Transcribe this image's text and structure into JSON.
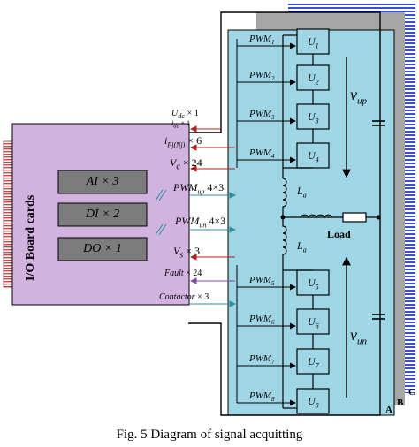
{
  "io_board": {
    "title": "I/O Board cards",
    "modules": [
      "AI × 3",
      "DI × 2",
      "DO × 1"
    ]
  },
  "signals": [
    {
      "text": "U",
      "sub": "dc",
      "suffix": " × 1"
    },
    {
      "text": "i",
      "sub": "dc",
      "suffix": " × 1"
    },
    {
      "text": "i",
      "sub": "Pj(Nj)",
      "suffix": " × 6"
    },
    {
      "text": "V",
      "sub": "c",
      "suffix": " × 24"
    },
    {
      "text": "PWM",
      "sub": "up",
      "suffix": " 4×3"
    },
    {
      "text": "PWM",
      "sub": "un",
      "suffix": " 4×3"
    },
    {
      "text": "V",
      "sub": "s",
      "suffix": " × 3"
    },
    {
      "text": "Fault",
      "sub": "",
      "suffix": " × 24"
    },
    {
      "text": "Contactor",
      "sub": "",
      "suffix": " × 3"
    }
  ],
  "pwm_labels": [
    {
      "text": "PWM",
      "sub": "1"
    },
    {
      "text": "PWM",
      "sub": "2"
    },
    {
      "text": "PWM",
      "sub": "3"
    },
    {
      "text": "PWM",
      "sub": "4"
    },
    {
      "text": "PWM",
      "sub": "5"
    },
    {
      "text": "PWM",
      "sub": "6"
    },
    {
      "text": "PWM",
      "sub": "7"
    },
    {
      "text": "PWM",
      "sub": "8"
    }
  ],
  "modules": [
    {
      "text": "U",
      "sub": "1"
    },
    {
      "text": "U",
      "sub": "2"
    },
    {
      "text": "U",
      "sub": "3"
    },
    {
      "text": "U",
      "sub": "4"
    },
    {
      "text": "U",
      "sub": "5"
    },
    {
      "text": "U",
      "sub": "6"
    },
    {
      "text": "U",
      "sub": "7"
    },
    {
      "text": "U",
      "sub": "8"
    }
  ],
  "voltages": {
    "up": {
      "text": "v",
      "sub": "up"
    },
    "un": {
      "text": "v",
      "sub": "un"
    }
  },
  "inductors": [
    {
      "text": "L",
      "sub": "a"
    },
    {
      "text": "L",
      "sub": "a"
    }
  ],
  "load_label": "Load",
  "phase_labels": [
    "A",
    "B",
    "C"
  ],
  "caption": "Fig. 5   Diagram of signal acquitting",
  "colors": {
    "phase_c_hatch": "#3a4fd6",
    "phase_b": "#a6a6a6",
    "phase_a": "#9fd6e6",
    "io_board": "#d2b3e0",
    "module_fill": "#7c7c7c",
    "arrow_red": "#b02020",
    "arrow_teal": "#2f8ea0",
    "arrow_purple": "#7e4aa8"
  }
}
